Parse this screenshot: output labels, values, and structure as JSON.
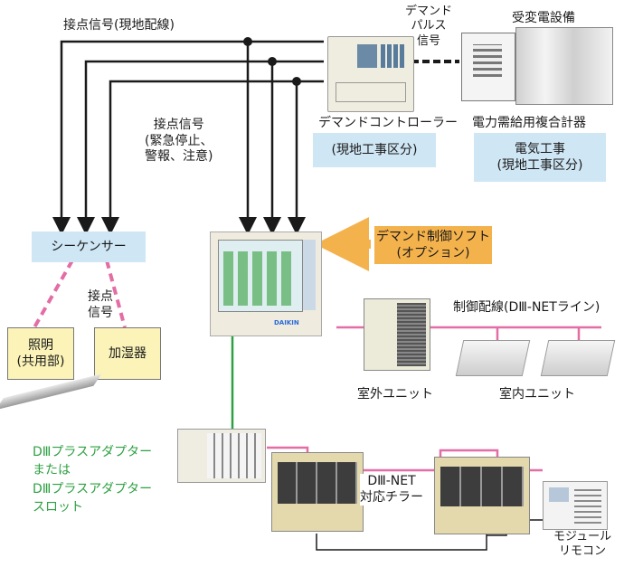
{
  "labels": {
    "contact_signal_field": "接点信号(現地配線)",
    "demand_pulse_signal": "デマンド\nパルス\n信号",
    "substation": "受変電設備",
    "power_meter": "電力需給用複合計器",
    "demand_controller": "デマンドコントローラー",
    "contact_signal_emergency": "接点信号\n(緊急停止、\n警報、注意)",
    "contact_signal_short": "接点\n信号",
    "control_wiring": "制御配線(DⅢ-NETライン)",
    "outdoor_unit": "室外ユニット",
    "indoor_unit": "室内ユニット",
    "adapter_text": "DⅢプラスアダプター\nまたは\nDⅢプラスアダプター\nスロット",
    "chiller": "DⅢ-NET\n対応チラー",
    "module_remote": "モジュール\nリモコン",
    "brand": "DAIKIN"
  },
  "boxes": {
    "local_work_1": "(現地工事区分)",
    "electrical_work": "電気工事\n(現地工事区分)",
    "sequencer": "シーケンサー",
    "demand_software": "デマンド制御ソフト\n(オプション)",
    "lighting": "照明\n(共用部)",
    "humidifier": "加湿器"
  },
  "colors": {
    "wire_black": "#1a1a1a",
    "wire_pink": "#e36da4",
    "wire_green": "#2ea043",
    "box_blue": "#cfe6f4",
    "box_yellow": "#fbf3b8",
    "box_orange": "#f4b24c"
  }
}
